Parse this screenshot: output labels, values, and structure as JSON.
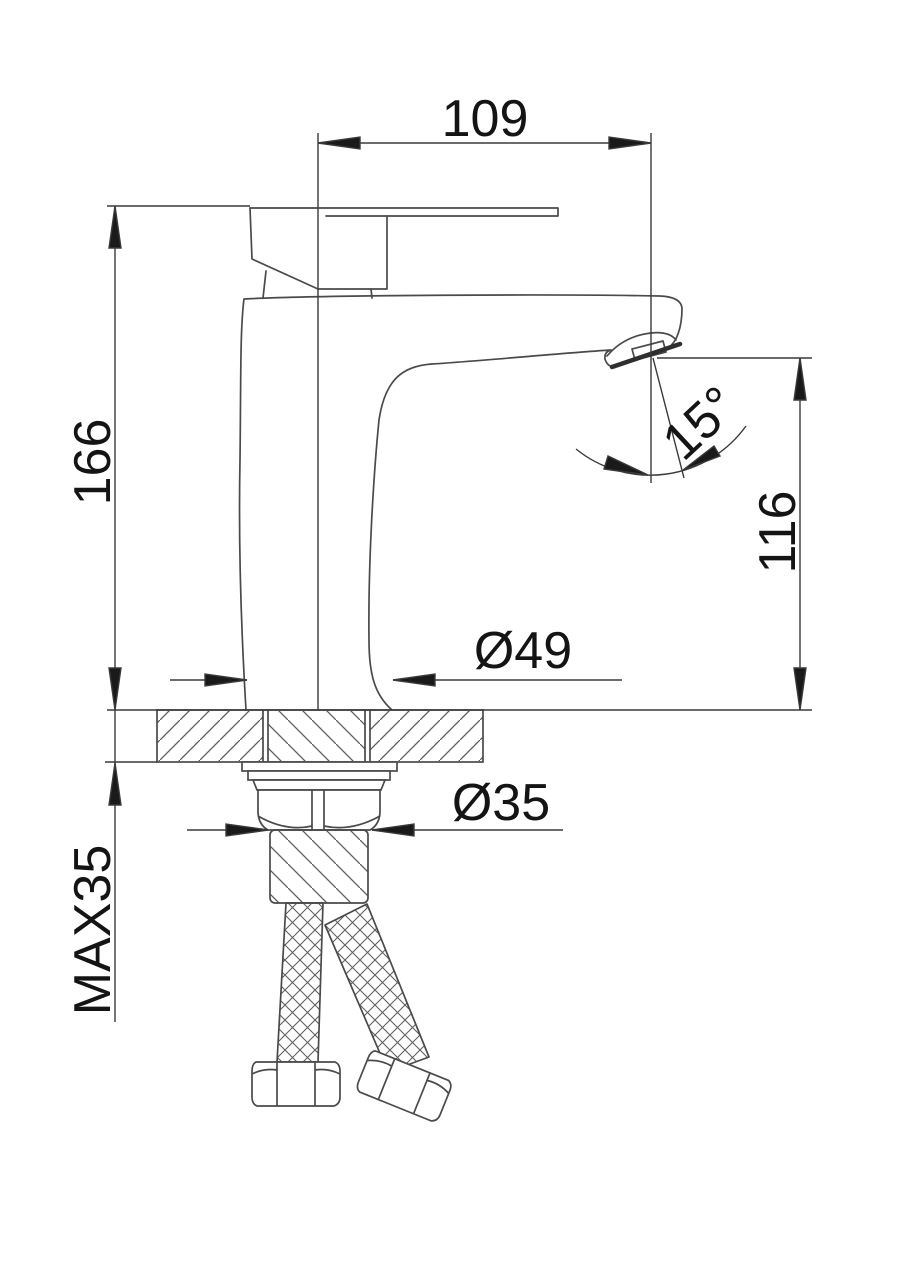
{
  "drawing": {
    "type": "technical-drawing",
    "subject": "single-lever basin faucet, side section view with installation dimensions",
    "colors": {
      "background": "#ffffff",
      "outline": "#4a4a4a",
      "dimension_line": "#3a3a3a",
      "hatch": "#5a5a5a",
      "text": "#141414",
      "arrow_fill": "#1a1a1a"
    },
    "dimensions": {
      "spout_reach": {
        "label": "109",
        "meaning": "center axis to spout outlet, mm"
      },
      "total_height": {
        "label": "166",
        "meaning": "deck to top of handle, mm"
      },
      "spout_height": {
        "label": "116",
        "meaning": "deck to spout outlet, mm"
      },
      "spout_angle": {
        "label": "15°",
        "meaning": "outlet stream angle from vertical"
      },
      "base_diameter": {
        "label": "Ø49",
        "meaning": "body base diameter, mm"
      },
      "shank_diameter": {
        "label": "Ø35",
        "meaning": "mounting shank diameter, mm"
      },
      "deck_thickness": {
        "label": "MAX35",
        "meaning": "maximum mounting deck thickness, mm"
      }
    }
  }
}
